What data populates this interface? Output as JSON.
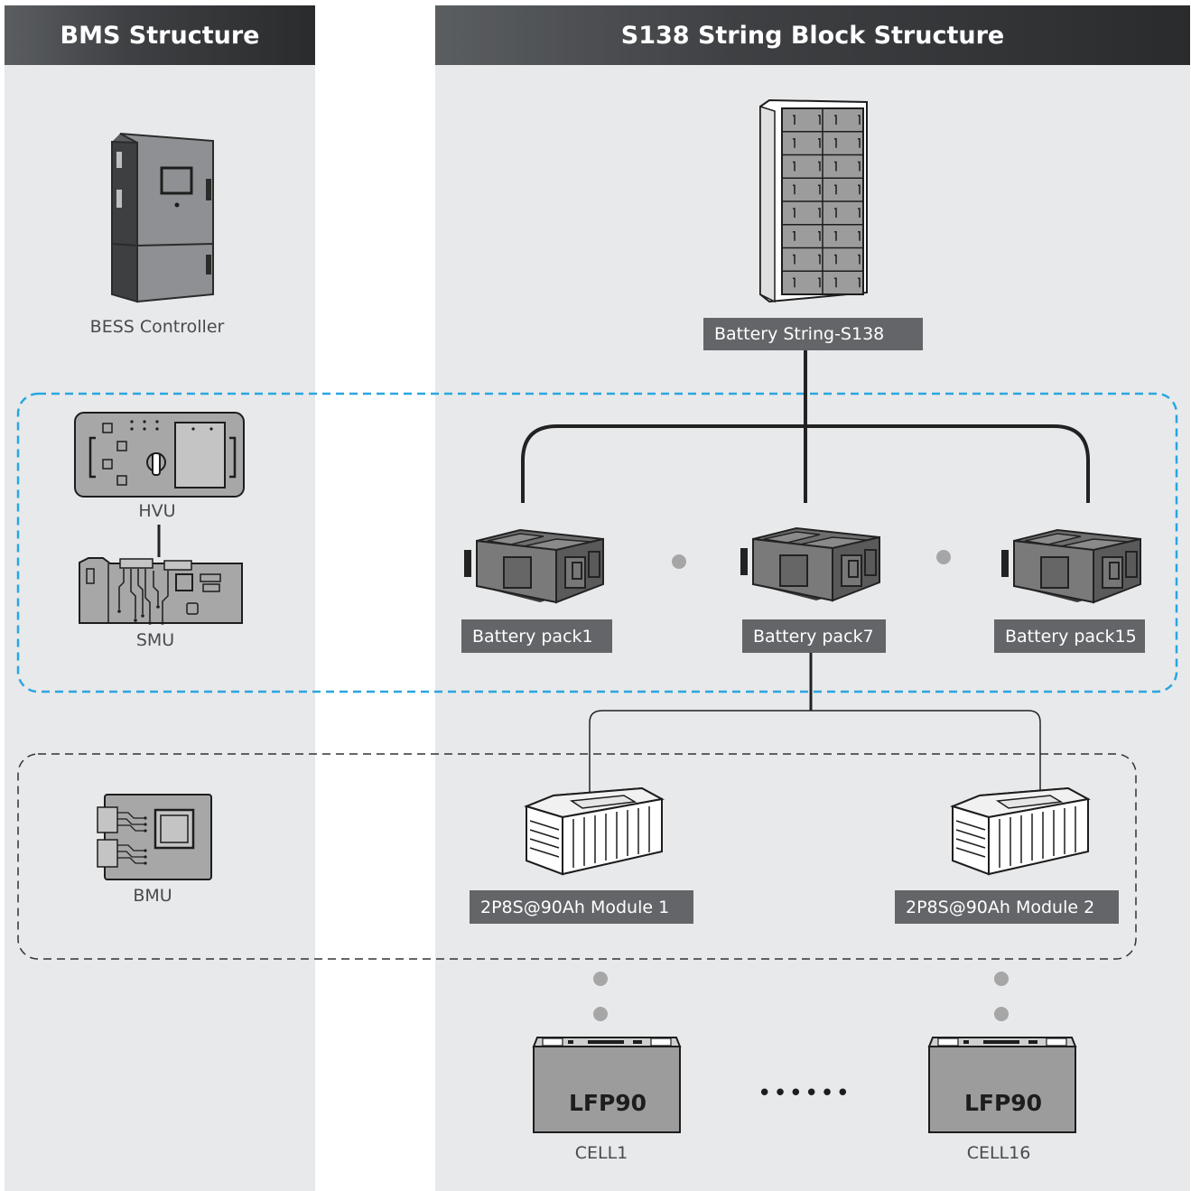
{
  "headers": {
    "bms": "BMS Structure",
    "string": "S138 String Block Structure"
  },
  "bms_components": {
    "controller": "BESS Controller",
    "hvu": "HVU",
    "smu": "SMU",
    "bmu": "BMU"
  },
  "string_structure": {
    "battery_string": "Battery String-S138",
    "packs": [
      "Battery pack1",
      "Battery pack7",
      "Battery pack15"
    ],
    "modules": [
      "2P8S@90Ah Module 1",
      "2P8S@90Ah Module 2"
    ],
    "cell_type": "LFP90",
    "cells": [
      "CELL1",
      "CELL16"
    ],
    "cell_ellipsis": "••••••"
  },
  "colors": {
    "panel_bg": "#e8e9eb",
    "header_dark": "#2a2b2d",
    "label_bg": "#636568",
    "blue_dash": "#29a6e0",
    "black_dash": "#333333",
    "connector": "#222222"
  }
}
